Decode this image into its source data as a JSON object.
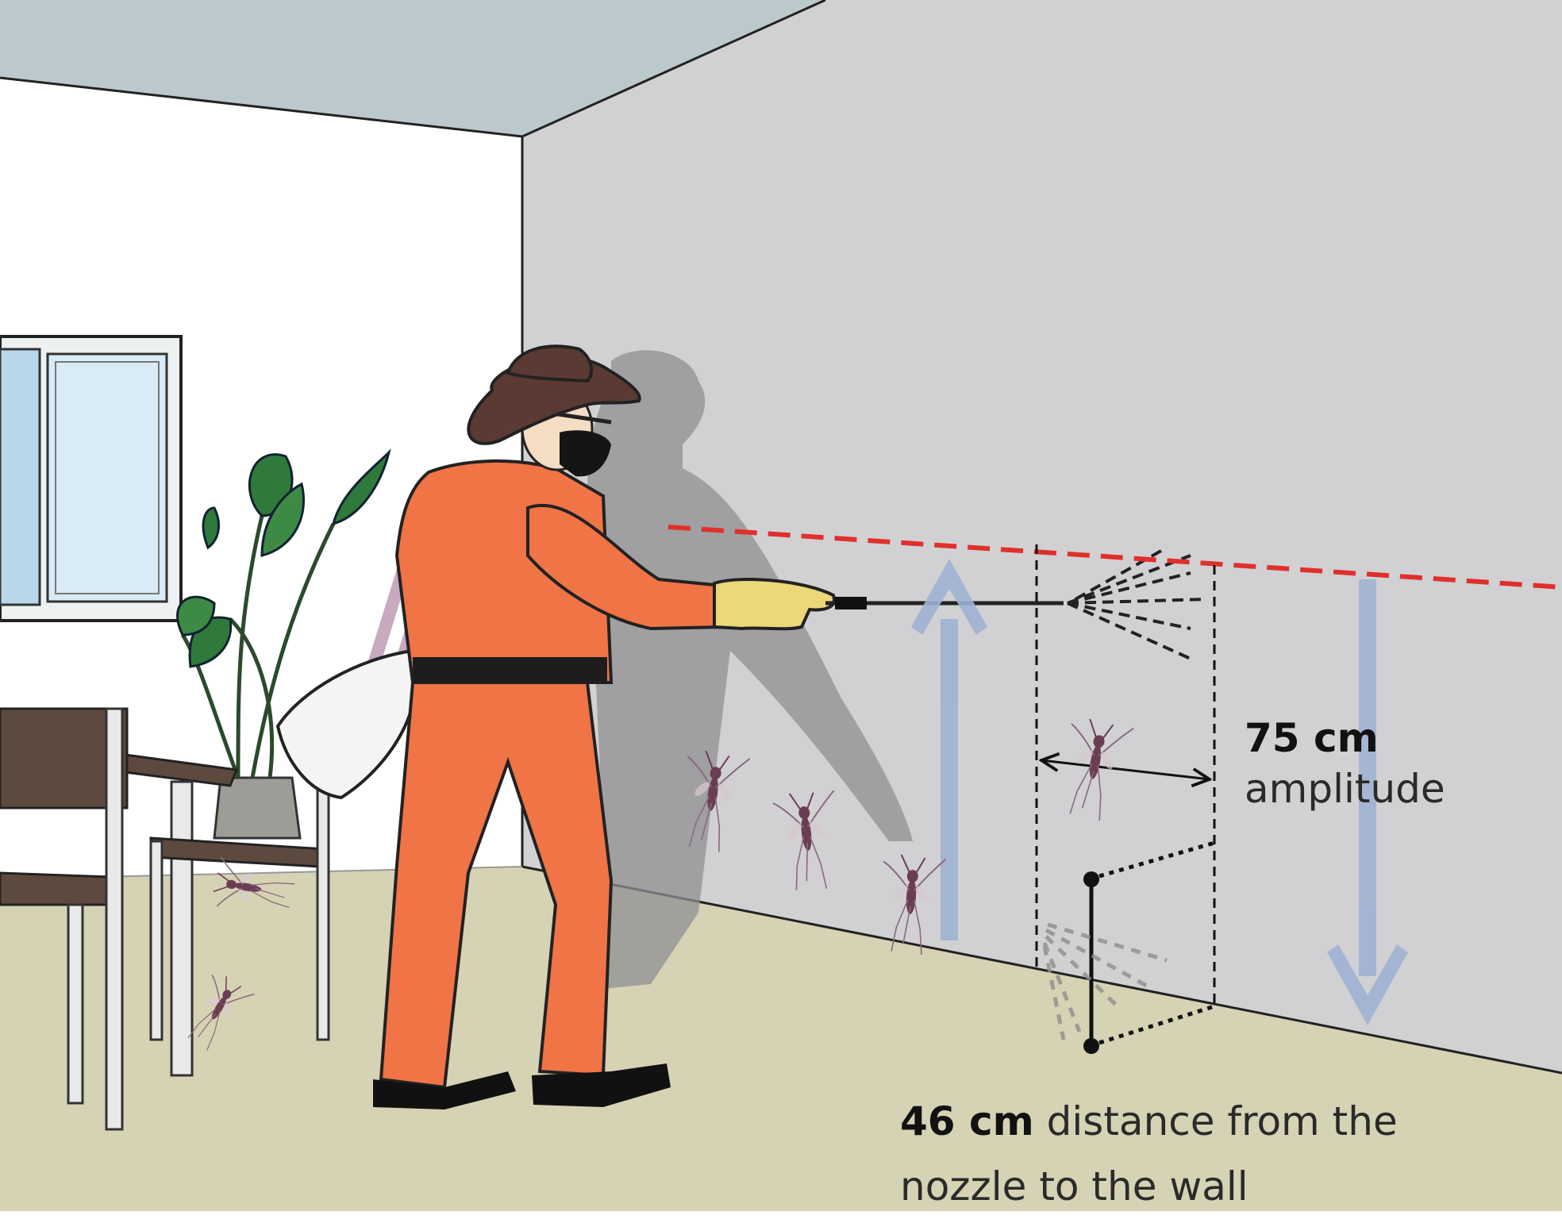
{
  "labels": {
    "amplitude_value": "75 cm",
    "amplitude_text": "amplitude",
    "distance_value": "46 cm",
    "distance_text_line1": "distance from the",
    "distance_text_line2": "nozzle to the wall"
  },
  "colors": {
    "ceiling": "#bcc9cc",
    "left_wall": "#ffffff",
    "right_wall": "#d1d1d3",
    "floor": "#d6d2b4",
    "coverall": "#f07446",
    "hat": "#5a3a32",
    "glove": "#ecd779",
    "spray_height_line": "#e0302c",
    "motion_arrows": "#9fb2d3",
    "mosquito": "#6b3d55",
    "plant_leaf": "#2f7a3a"
  },
  "icons": [
    "mosquito-icon",
    "plant-icon",
    "window-icon",
    "chair-icon",
    "table-icon",
    "sprayer-tank-icon",
    "spray-wand-icon"
  ]
}
